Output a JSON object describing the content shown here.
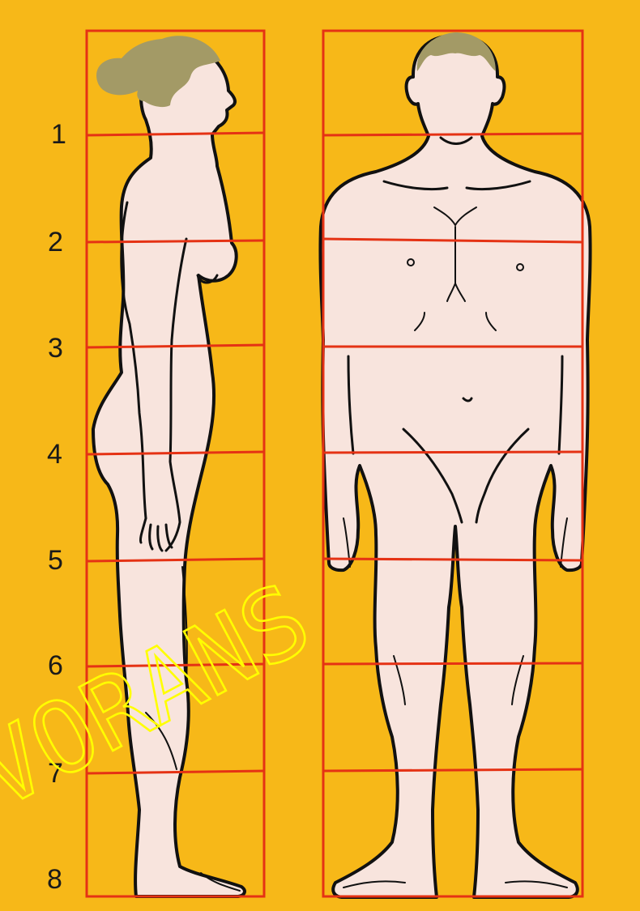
{
  "scale": {
    "labels": [
      "1",
      "2",
      "3",
      "4",
      "5",
      "6",
      "7",
      "8"
    ]
  },
  "figures": [
    "female-profile",
    "male-front"
  ],
  "colors": {
    "background": "#f7b818",
    "grid": "#e53214",
    "skin": "#f8e4dd",
    "hair": "#a39a66",
    "outline": "#111111",
    "watermark": "#ffff00"
  },
  "watermark": {
    "text": "VORANS"
  }
}
